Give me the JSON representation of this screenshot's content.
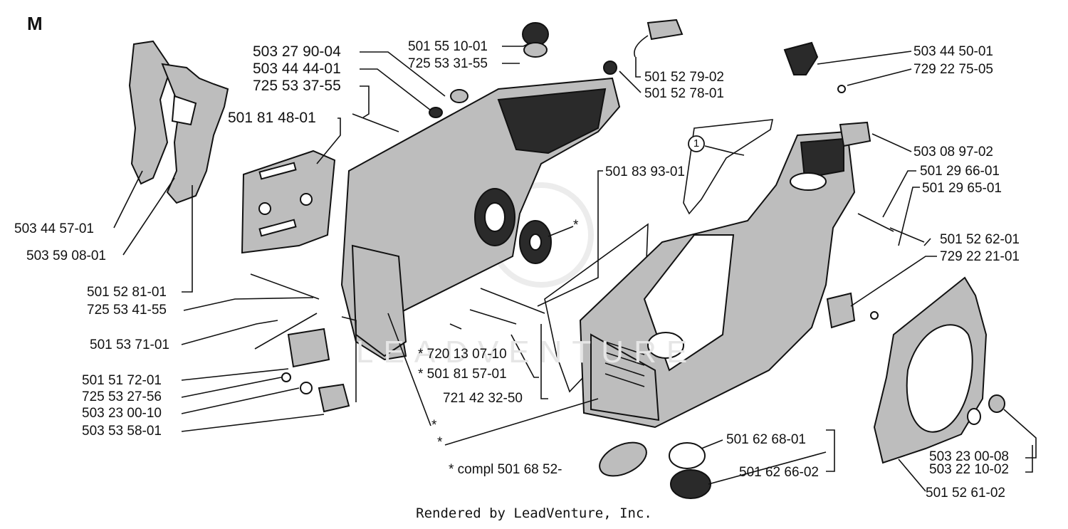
{
  "section": "M",
  "callout": "1",
  "asterisk": "*",
  "watermark": "LEADVENTURE",
  "labels": [
    "503 27 90-04",
    "503 44 44-01",
    "725 53 37-55",
    "501 81 48-01",
    "501 55 10-01",
    "725 53 31-55",
    "501 52 79-02",
    "501 52 78-01",
    "501 83 93-01",
    "503 44 50-01",
    "729 22 75-05",
    "503 08 97-02",
    "501 29 66-01",
    "501 29 65-01",
    "501 52 62-01",
    "729 22 21-01",
    "503 44 57-01",
    "503 59 08-01",
    "501 52 81-01",
    "725 53 41-55",
    "501 53 71-01",
    "501 51 72-01",
    "725 53 27-56",
    "503 23 00-10",
    "503 53 58-01",
    "* 720 13 07-10",
    "* 501 81 57-01",
    "721 42 32-50",
    "501 62 68-01",
    "501 62 66-02",
    "503 23 00-08",
    "503 22 10-02",
    "501 52 61-02"
  ],
  "compl_note": "* compl 501 68 52-",
  "footer": "Rendered by LeadVenture, Inc."
}
